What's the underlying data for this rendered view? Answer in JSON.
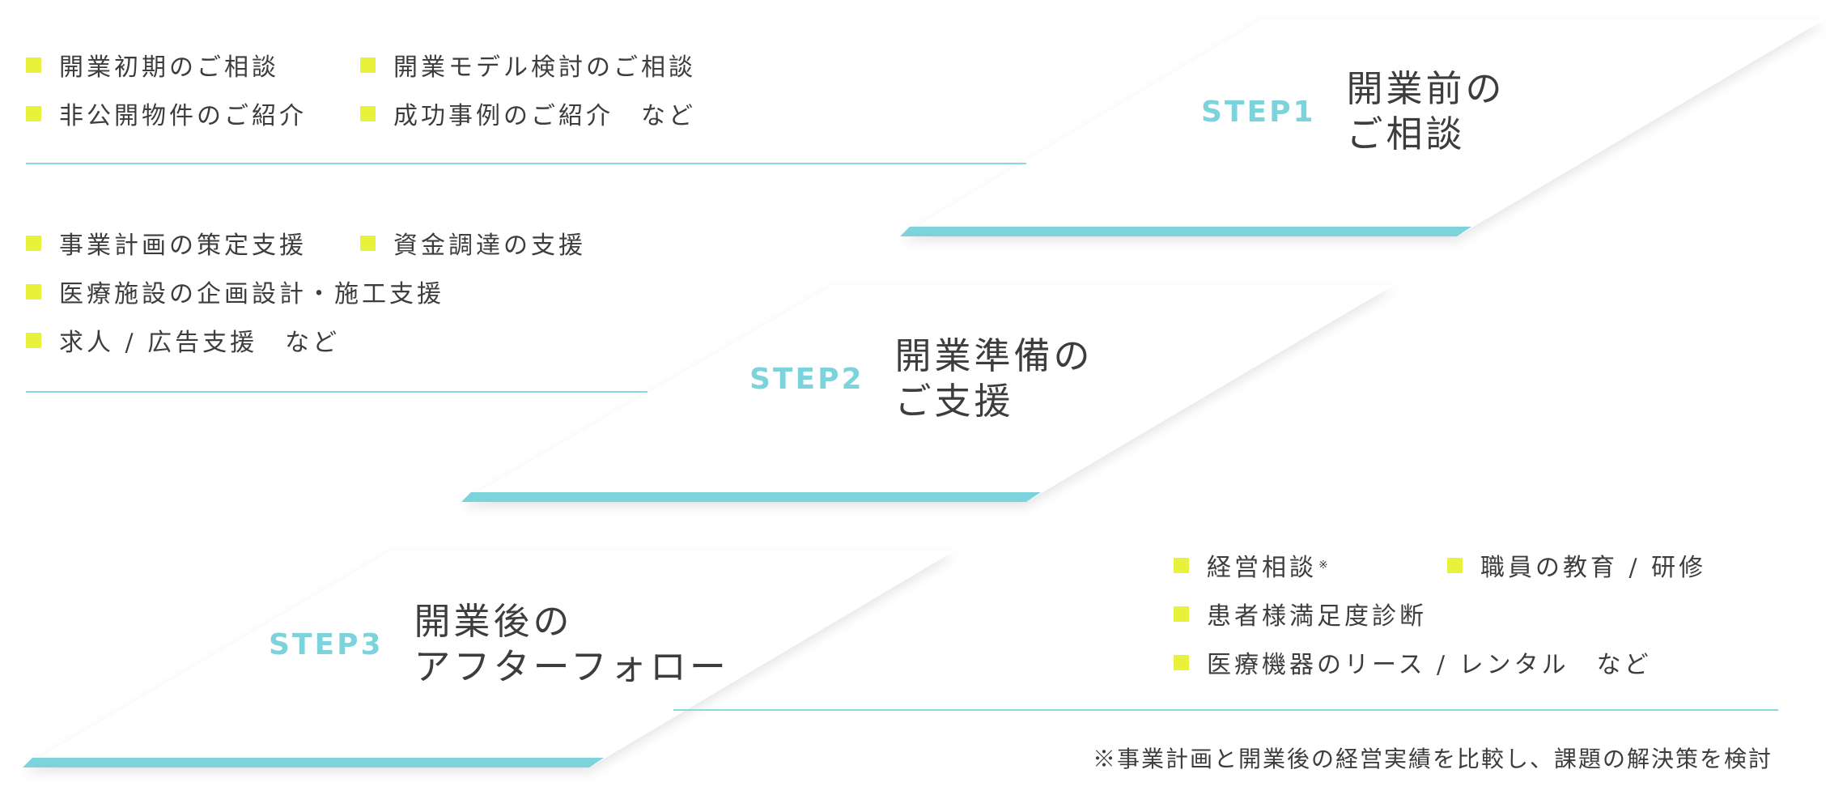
{
  "colors": {
    "accent": "#7dd3db",
    "bullet": "#e8f23a",
    "text": "#3d3d3d",
    "rule": "#8ad8df"
  },
  "steps": [
    {
      "tag": "STEP1",
      "title_line1": "開業前の",
      "title_line2": "ご相談",
      "items": [
        [
          "開業初期のご相談",
          "開業モデル検討のご相談"
        ],
        [
          "非公開物件のご紹介",
          "成功事例のご紹介　など"
        ]
      ]
    },
    {
      "tag": "STEP2",
      "title_line1": "開業準備の",
      "title_line2": "ご支援",
      "items": [
        [
          "事業計画の策定支援",
          "資金調達の支援"
        ],
        [
          "医療施設の企画設計・施工支援"
        ],
        [
          "求人 / 広告支援　など"
        ]
      ]
    },
    {
      "tag": "STEP3",
      "title_line1": "開業後の",
      "title_line2": "アフターフォロー",
      "items": [
        [
          "経営相談",
          "職員の教育 / 研修"
        ],
        [
          "患者様満足度診断"
        ],
        [
          "医療機器のリース / レンタル　など"
        ]
      ],
      "footnote_mark": "※",
      "note": "※事業計画と開業後の経営実績を比較し、課題の解決策を検討"
    }
  ]
}
